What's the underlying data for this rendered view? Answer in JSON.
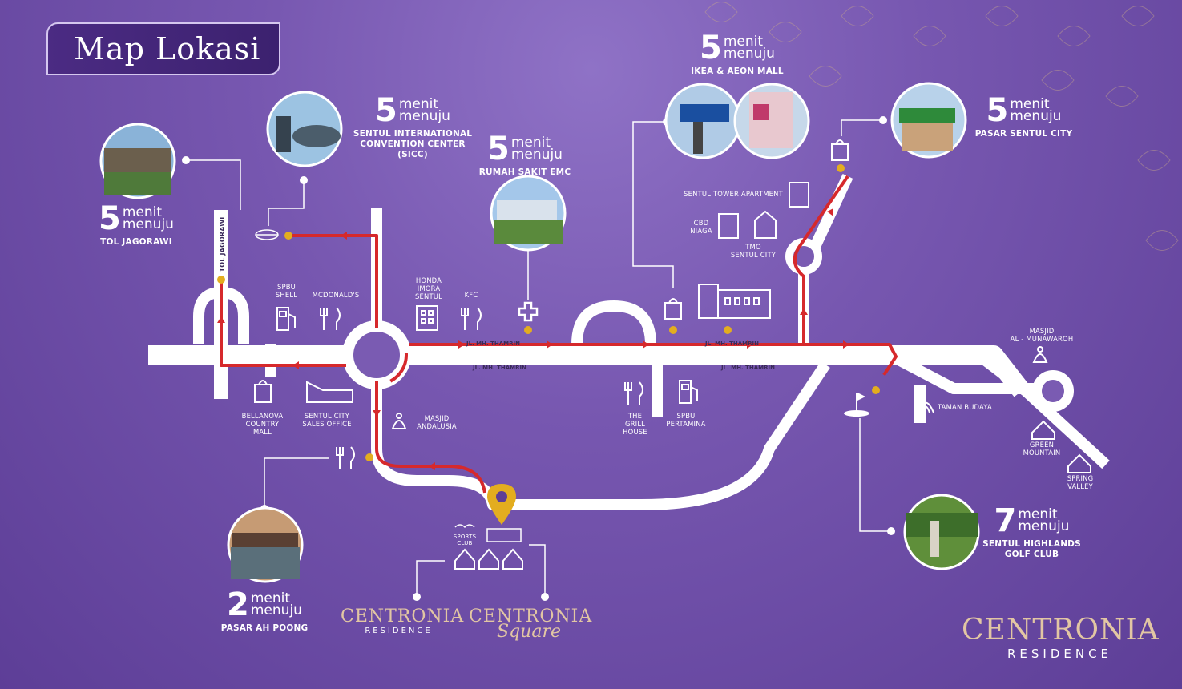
{
  "header": {
    "title": "Map Lokasi"
  },
  "colors": {
    "route": "#d6292c",
    "road": "#ffffff",
    "marker": "#e3ad1f",
    "brand_gold": "#e2c6a3"
  },
  "destinations": {
    "tol": {
      "number": "5",
      "unit1": "menit",
      "unit2": "menuju",
      "label": "TOL JAGORAWI"
    },
    "sicc": {
      "number": "5",
      "unit1": "menit",
      "unit2": "menuju",
      "label_lines": [
        "SENTUL INTERNATIONAL",
        "CONVENTION CENTER",
        "(SICC)"
      ]
    },
    "emc": {
      "number": "5",
      "unit1": "menit",
      "unit2": "menuju",
      "label": "RUMAH SAKIT EMC"
    },
    "ikea": {
      "number": "5",
      "unit1": "menit",
      "unit2": "menuju",
      "label": "IKEA & AEON MALL"
    },
    "pasar_sentul": {
      "number": "5",
      "unit1": "menit",
      "unit2": "menuju",
      "label": "PASAR SENTUL CITY"
    },
    "golf": {
      "number": "7",
      "unit1": "menit",
      "unit2": "menuju",
      "label_lines": [
        "SENTUL HIGHLANDS",
        "GOLF CLUB"
      ]
    },
    "pasar_ahpoong": {
      "number": "2",
      "unit1": "menit",
      "unit2": "menuju",
      "label": "PASAR AH POONG"
    }
  },
  "places": {
    "tol_jagorawi_road": "TOL JAGORAWI",
    "spbu_shell": [
      "SPBU",
      "SHELL"
    ],
    "mcdonalds": [
      "MCDONALD'S"
    ],
    "honda": [
      "HONDA",
      "IMORA",
      "SENTUL"
    ],
    "kfc": [
      "KFC"
    ],
    "sentul_tower": [
      "SENTUL TOWER APARTMENT"
    ],
    "cbd": [
      "CBD",
      "NIAGA"
    ],
    "tmo": [
      "TMO",
      "SENTUL CITY"
    ],
    "masjid_al": [
      "MASJID",
      "AL - MUNAWAROH"
    ],
    "taman_budaya": [
      "TAMAN BUDAYA"
    ],
    "green_mountain": [
      "GREEN",
      "MOUNTAIN"
    ],
    "spring_valley": [
      "SPRING",
      "VALLEY"
    ],
    "bellanova": [
      "BELLANOVA",
      "COUNTRY",
      "MALL"
    ],
    "sales_office": [
      "SENTUL CITY",
      "SALES OFFICE"
    ],
    "masjid_andalusia": [
      "MASJID",
      "ANDALUSIA"
    ],
    "grill_house": [
      "THE",
      "GRILL",
      "HOUSE"
    ],
    "spbu_pertamina": [
      "SPBU",
      "PERTAMINA"
    ],
    "sports_club": [
      "SPORTS",
      "CLUB"
    ]
  },
  "roads": {
    "thamrin": "JL. MH. THAMRIN"
  },
  "brands": {
    "residence_main": "CENTRONIA",
    "residence_sub": "RESIDENCE",
    "square_main": "CENTRONIA",
    "square_sub": "Square",
    "logo_main": "CENTRONIA",
    "logo_sub": "RESIDENCE"
  }
}
